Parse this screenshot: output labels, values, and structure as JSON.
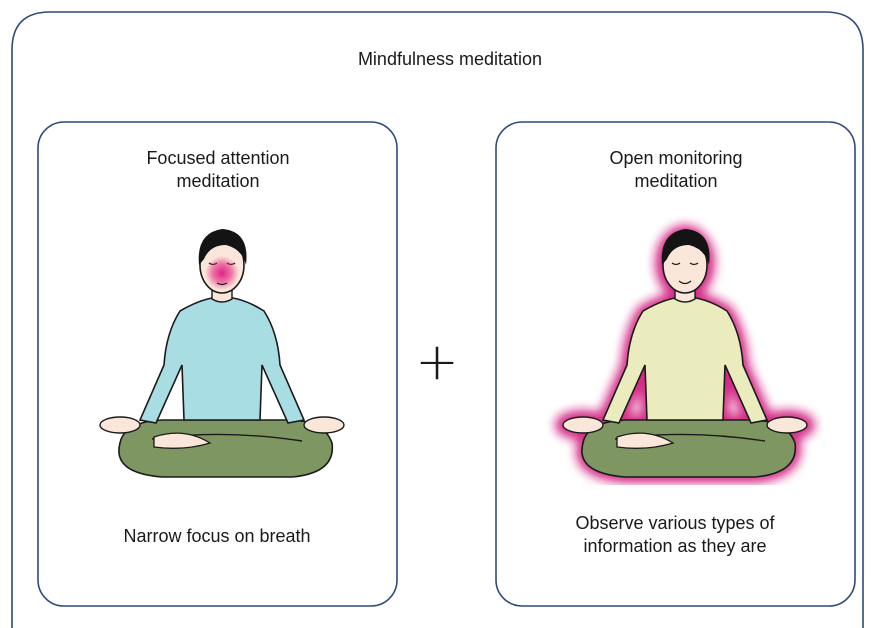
{
  "outer": {
    "title": "Mindfulness meditation"
  },
  "cards": [
    {
      "title_line1": "Focused attention",
      "title_line2": "meditation",
      "caption_line1": "Narrow focus on breath",
      "shirt_color": "#a8dde3",
      "highlight": "face-glow",
      "highlight_color": "#e0187d"
    },
    {
      "title_line1": "Open monitoring",
      "title_line2": "meditation",
      "caption_line1": "Observe various types of",
      "caption_line2": "information as they are",
      "shirt_color": "#eaecbe",
      "highlight": "body-aura",
      "highlight_color": "#d0127a"
    }
  ],
  "connector": {
    "symbol": "+"
  },
  "colors": {
    "border": "#2e4a7d",
    "pants": "#7e9662",
    "skin": "#fbe7d9",
    "hair": "#141414"
  }
}
